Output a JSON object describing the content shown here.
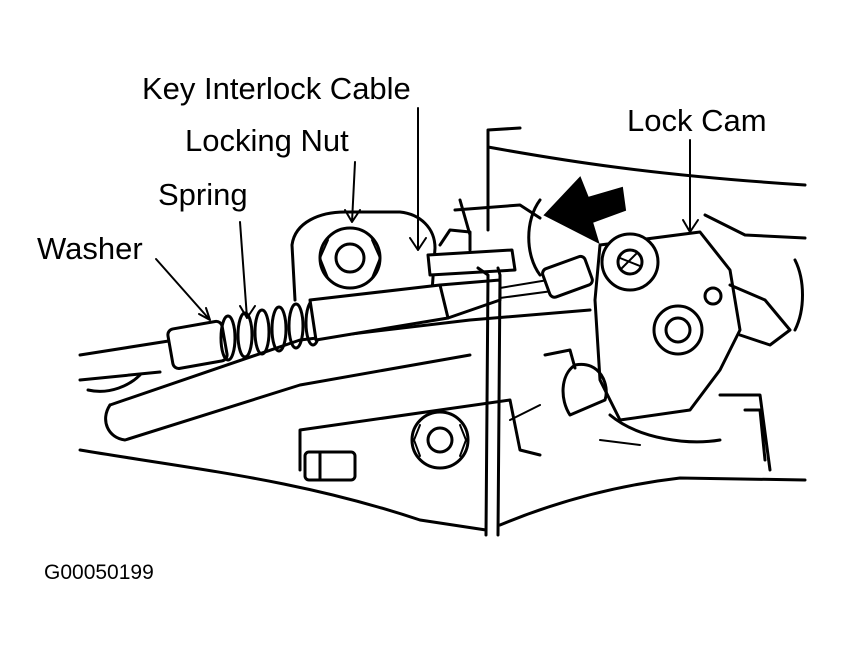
{
  "labels": {
    "key_interlock_cable": "Key Interlock Cable",
    "locking_nut": "Locking Nut",
    "spring": "Spring",
    "washer": "Washer",
    "lock_cam": "Lock Cam"
  },
  "figure_id": "G00050199",
  "colors": {
    "ink": "#000000",
    "paper": "#ffffff"
  }
}
